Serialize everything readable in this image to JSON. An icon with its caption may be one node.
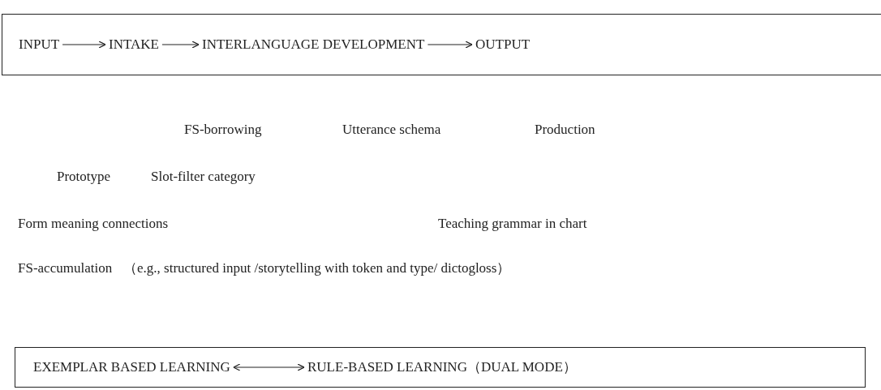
{
  "diagram": {
    "nodes": [
      {
        "text": [],
        "shape": "box"
      },
      {
        "text": [
          "INPUT"
        ],
        "in": 0
      },
      {
        "text": [
          "INTAKE"
        ],
        "in": 0
      },
      {
        "text": [
          "INTERLANGUAGE DEVELOPMENT"
        ],
        "in": 0
      },
      {
        "text": [
          "OUTPUT"
        ],
        "in": 0
      },
      {
        "text": [],
        "shape": "box"
      },
      {
        "text": [
          "EXEMPLAR BASED LEARNING"
        ],
        "in": 5
      },
      {
        "text": [
          "RULE-BASED LEARNING（DUAL MODE）"
        ],
        "in": 5
      }
    ],
    "edges": [
      {
        "from": 1,
        "to": 2,
        "arrow": "to"
      },
      {
        "from": 2,
        "to": 3,
        "arrow": "to"
      },
      {
        "from": 3,
        "to": 4,
        "arrow": "to"
      },
      {
        "from": 6,
        "to": 7,
        "arrow": "both"
      }
    ],
    "labels": [
      "FS-borrowing",
      "Utterance schema",
      "Production",
      "Prototype",
      "Slot-filter category",
      "Form meaning connections",
      "Teaching grammar in chart",
      "FS-accumulation",
      "（e.g., structured input /storytelling with token and type/ dictogloss）"
    ]
  }
}
